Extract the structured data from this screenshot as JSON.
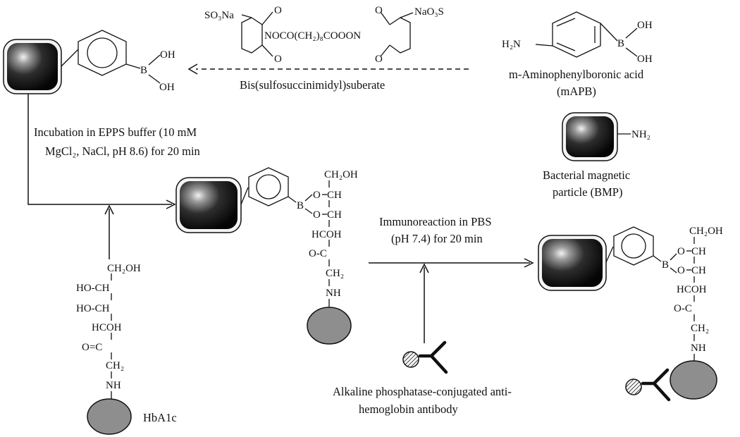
{
  "captions": {
    "bs3": "Bis(sulfosuccinimidyl)suberate",
    "incubation_line1": "Incubation in EPPS buffer (10 mM",
    "incubation_line2": "MgCl₂, NaCl, pH 8.6) for 20 min",
    "mapb_line1": "m-Aminophenylboronic acid",
    "mapb_line2": "(mAPB)",
    "bmp_line1": "Bacterial magnetic",
    "bmp_line2": "particle (BMP)",
    "immuno_line1": "Immunoreaction in PBS",
    "immuno_line2": "(pH 7.4) for 20 min",
    "antibody_line1": "Alkaline phosphatase-conjugated anti-",
    "antibody_line2": "hemoglobin antibody",
    "hba1c": "HbA1c"
  },
  "bs3_structure": {
    "so3na": "SO₃Na",
    "nao3s": "NaO₃S",
    "o_tl": "O",
    "o_bl": "O",
    "o_tr": "O",
    "o_br": "O",
    "linker": "NOCO(CH₂)₈COOON"
  },
  "mapb_structure": {
    "h2n": "H₂N",
    "b": "B",
    "oh_top": "OH",
    "oh_bottom": "OH"
  },
  "bmp_structure": {
    "nh2": "NH₂"
  },
  "step1_particle": {
    "b": "B",
    "oh_top": "OH",
    "oh_bottom": "OH"
  },
  "glycated_chain": [
    "CH₂OH",
    "HO-CH",
    "HO-CH",
    "HCOH",
    "O=C",
    "CH₂",
    "NH"
  ],
  "complex_mid": {
    "b": "B",
    "ch2oh": "CH₂OH",
    "o1": "O",
    "ch1": "CH",
    "o2": "O",
    "ch2": "CH",
    "chain": [
      "HCOH",
      "O-C",
      "CH₂",
      "NH"
    ]
  },
  "complex_right": {
    "b": "B",
    "ch2oh": "CH₂OH",
    "o1": "O",
    "ch1": "CH",
    "o2": "O",
    "ch2": "CH",
    "chain": [
      "HCOH",
      "O-C",
      "CH₂",
      "NH"
    ]
  },
  "colors": {
    "ink": "#111111",
    "protein_fill": "#8e8e8e",
    "bead_frame": "#f4f4f4"
  }
}
